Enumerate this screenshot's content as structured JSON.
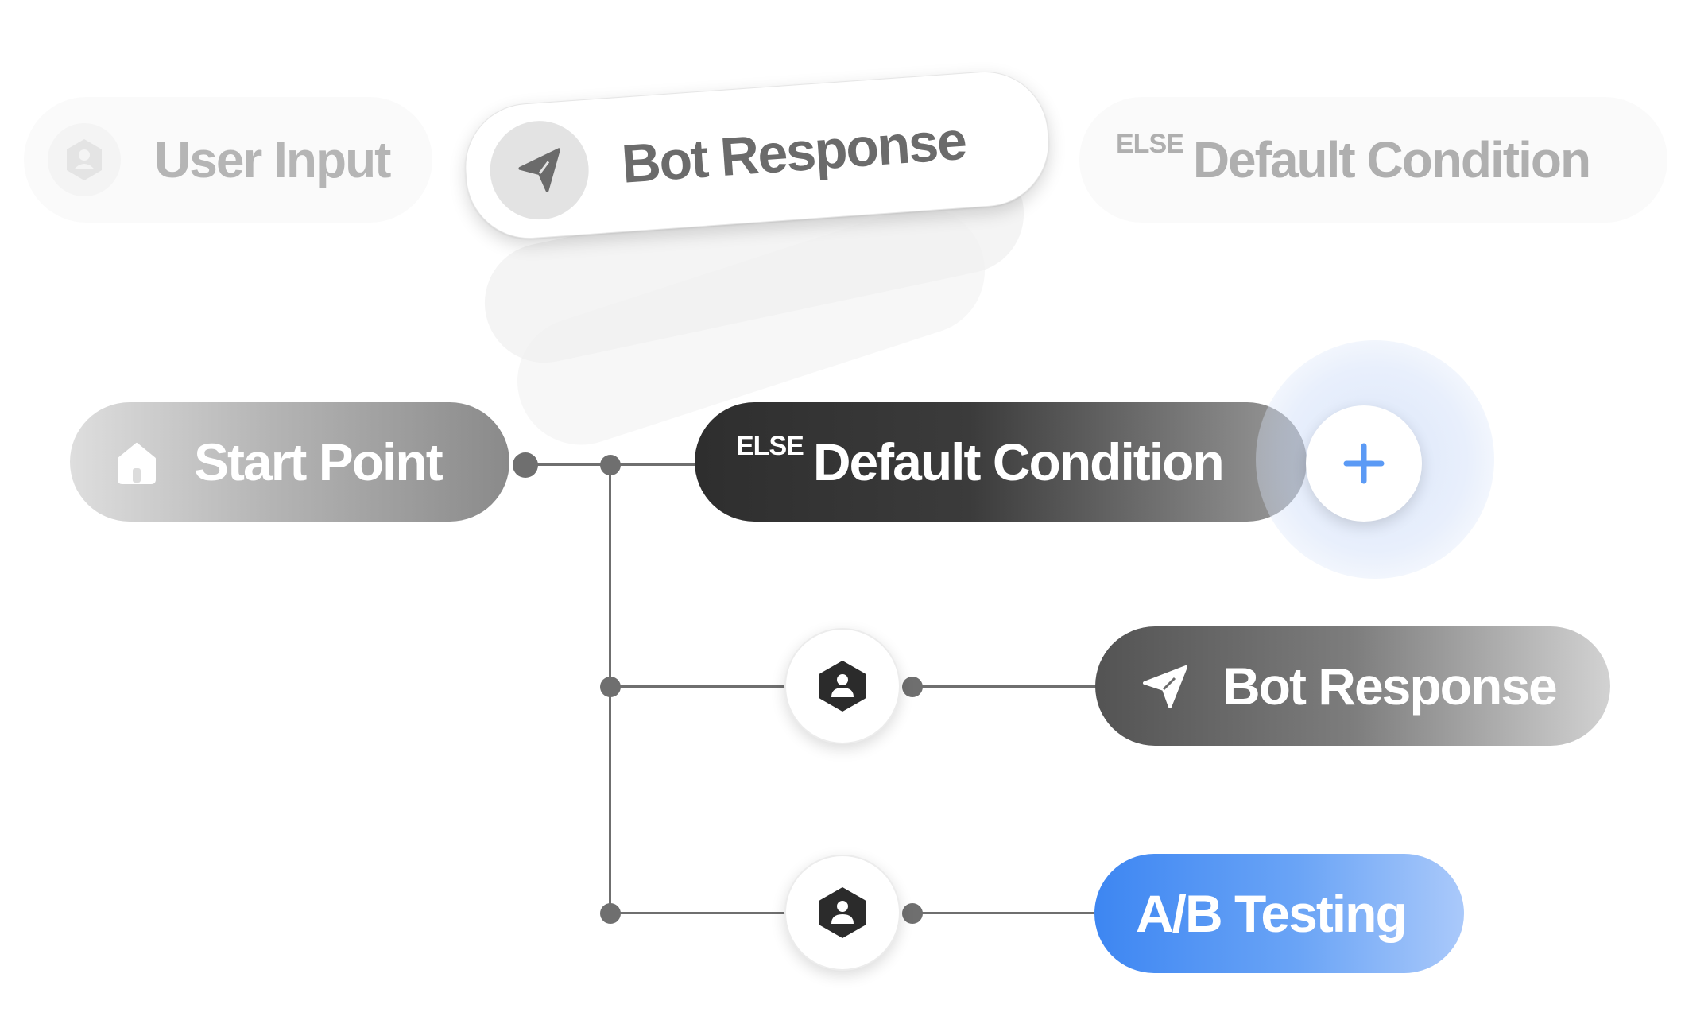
{
  "top_row": {
    "user_input": {
      "label": "User Input",
      "icon": "user-hexagon-icon"
    },
    "bot_response": {
      "label": "Bot Response",
      "icon": "paper-plane-icon"
    },
    "default_condition": {
      "prefix": "ELSE",
      "label": "Default Condition"
    }
  },
  "flow": {
    "start_point": {
      "label": "Start Point",
      "icon": "home-icon"
    },
    "default_condition": {
      "prefix": "ELSE",
      "label": "Default Condition"
    },
    "add_button": {
      "icon": "plus-icon",
      "glyph": "+"
    },
    "bot_response": {
      "label": "Bot Response",
      "icon": "paper-plane-icon"
    },
    "ab_testing": {
      "label": "A/B Testing"
    },
    "user_nodes": [
      {
        "icon": "user-hexagon-icon"
      },
      {
        "icon": "user-hexagon-icon"
      }
    ]
  },
  "colors": {
    "connector": "#6f6f6f",
    "accent_blue": "#3d86f2",
    "dark_pill": "#2e2e2e"
  }
}
